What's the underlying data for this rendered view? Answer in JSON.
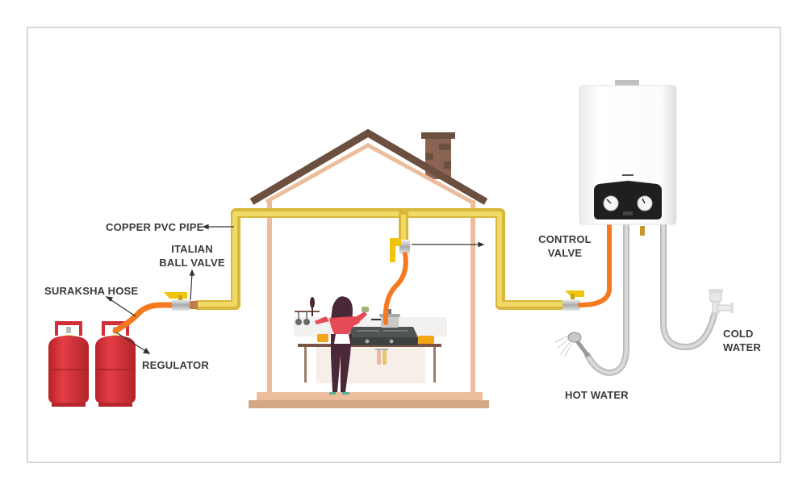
{
  "diagram": {
    "title": "LPG gas pipeline installation with gas geyser",
    "labels": {
      "copper_pvc_pipe": "COPPER PVC PIPE",
      "italian_ball_valve_line1": "ITALIAN",
      "italian_ball_valve_line2": "BALL VALVE",
      "suraksha_hose": "SURAKSHA HOSE",
      "regulator": "REGULATOR",
      "control_valve_line1": "CONTROL",
      "control_valve_line2": "VALVE",
      "hot_water": "HOT WATER",
      "cold_water_line1": "COLD",
      "cold_water_line2": "WATER"
    },
    "components": [
      "lpg-cylinders",
      "suraksha-hose",
      "italian-ball-valve",
      "copper-pvc-pipe",
      "house",
      "kitchen-stove",
      "control-valve",
      "gas-geyser",
      "hot-water-shower",
      "cold-water-tap"
    ],
    "colors": {
      "pipe_yellow": "#e8cf52",
      "hose_orange": "#f5791f",
      "cylinder_red": "#d8323a",
      "roof_brown": "#6b4f3f",
      "wall_peach": "#ebbd9d",
      "label_text": "#3a3a3a",
      "water_hose_grey": "#c4c6c9"
    }
  }
}
